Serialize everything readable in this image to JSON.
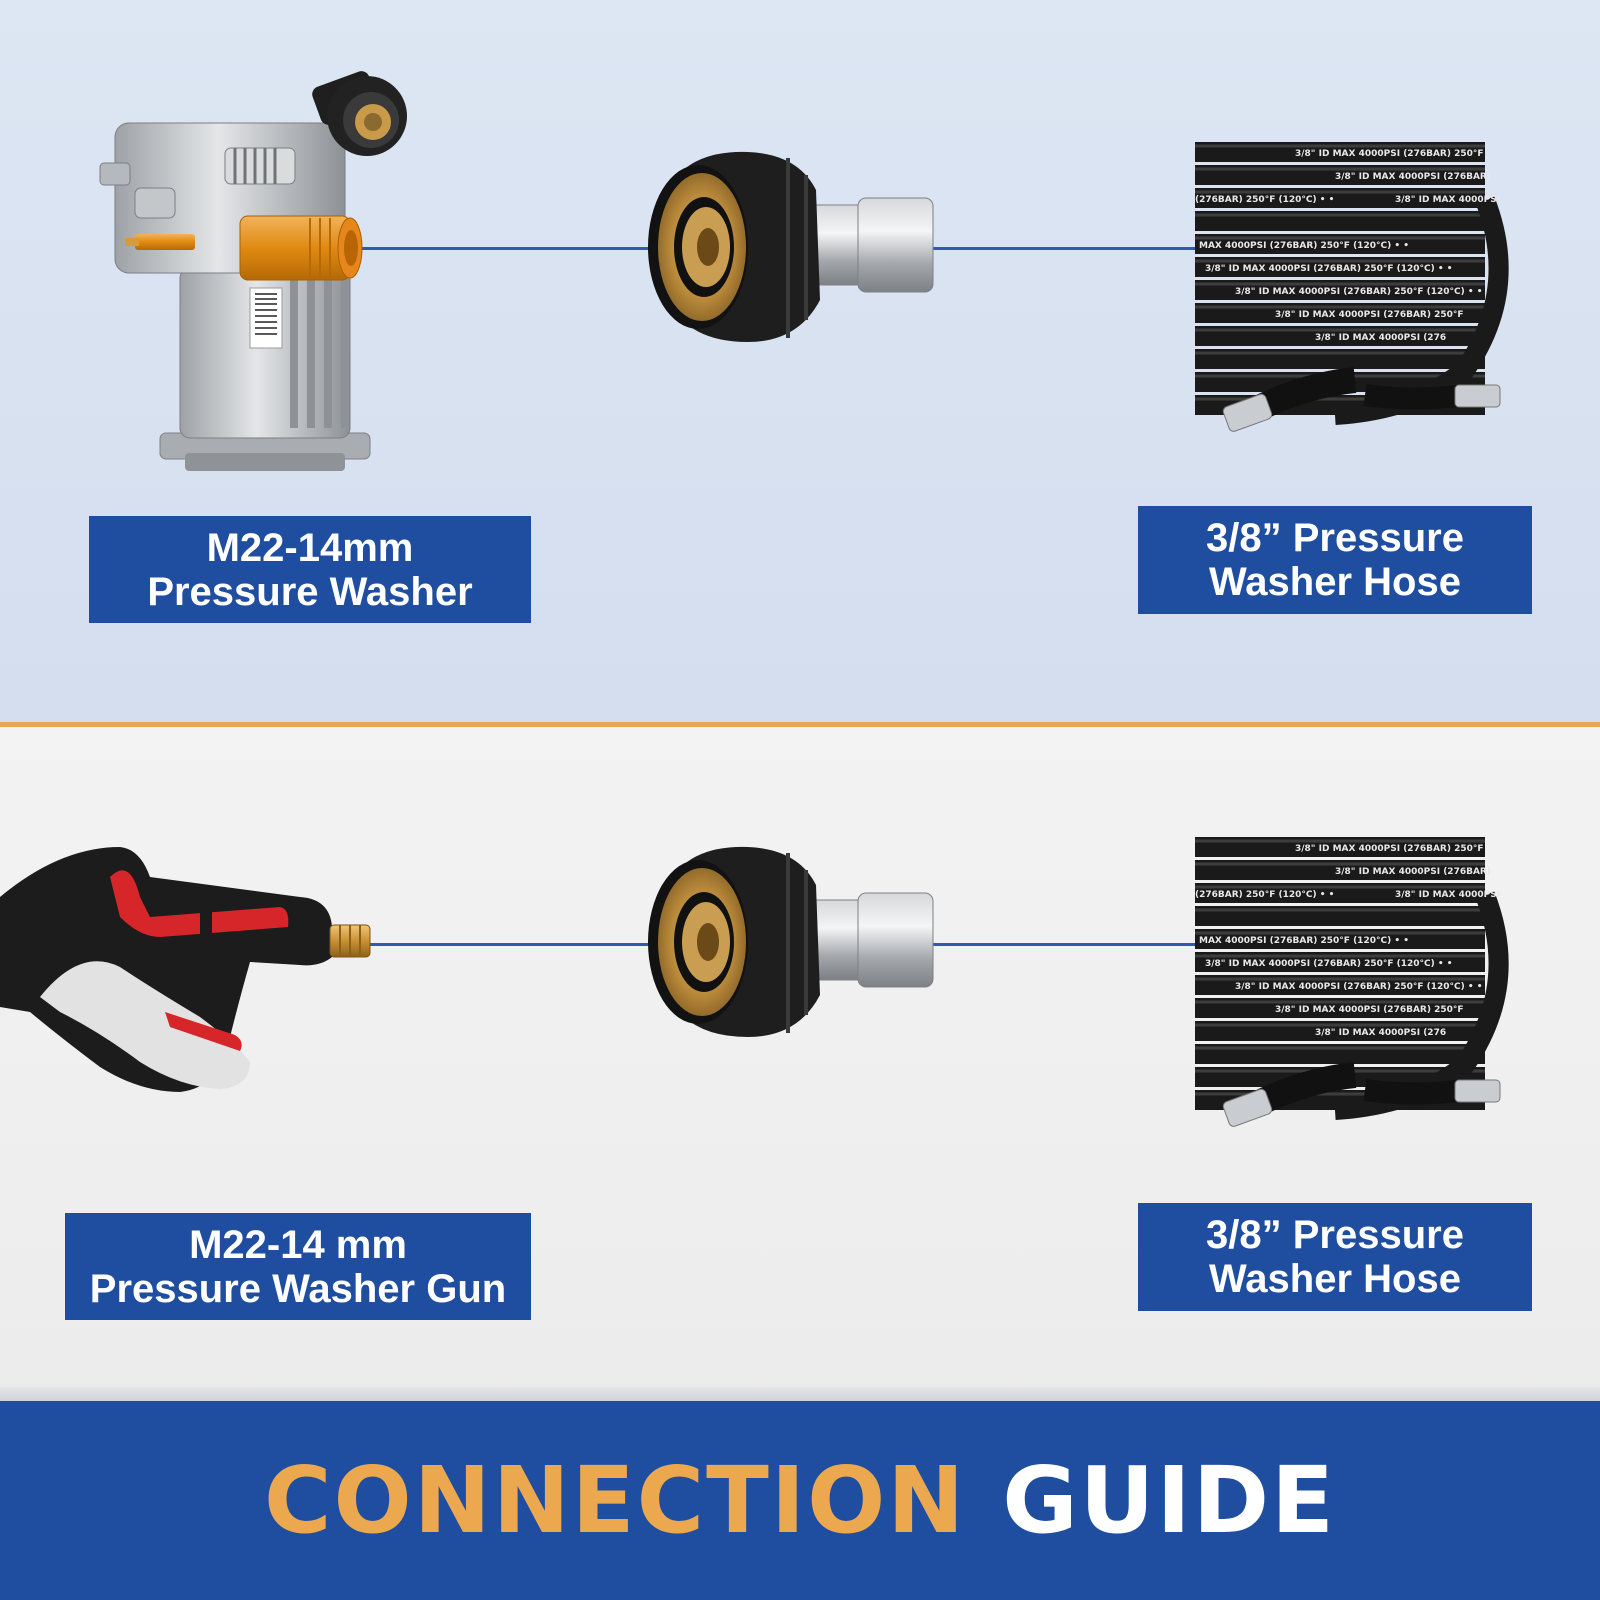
{
  "top_panel": {
    "left_label_line1": "M22-14mm",
    "left_label_line2": "Pressure Washer",
    "right_label_line1": "3/8” Pressure",
    "right_label_line2": "Washer Hose",
    "hose_print": "3/8\" ID MAX 4000PSI (276BAR) 250°F (120°C) • •"
  },
  "bottom_panel": {
    "left_label_line1": "M22-14 mm",
    "left_label_line2": "Pressure Washer Gun",
    "right_label_line1": "3/8” Pressure",
    "right_label_line2": "Washer Hose",
    "hose_print": "3/8\" ID MAX 4000PSI (276BAR) 250°F (120°C) • •"
  },
  "footer": {
    "title_word1": "CONNECTION",
    "title_word2": "GUIDE"
  },
  "colors": {
    "brand_blue": "#1f4ea0",
    "accent_orange": "#eba84f",
    "connector_line": "#2d5bb0"
  },
  "icons": [
    "pump-icon",
    "adapter-icon",
    "hose-coil-icon",
    "spray-gun-icon"
  ]
}
